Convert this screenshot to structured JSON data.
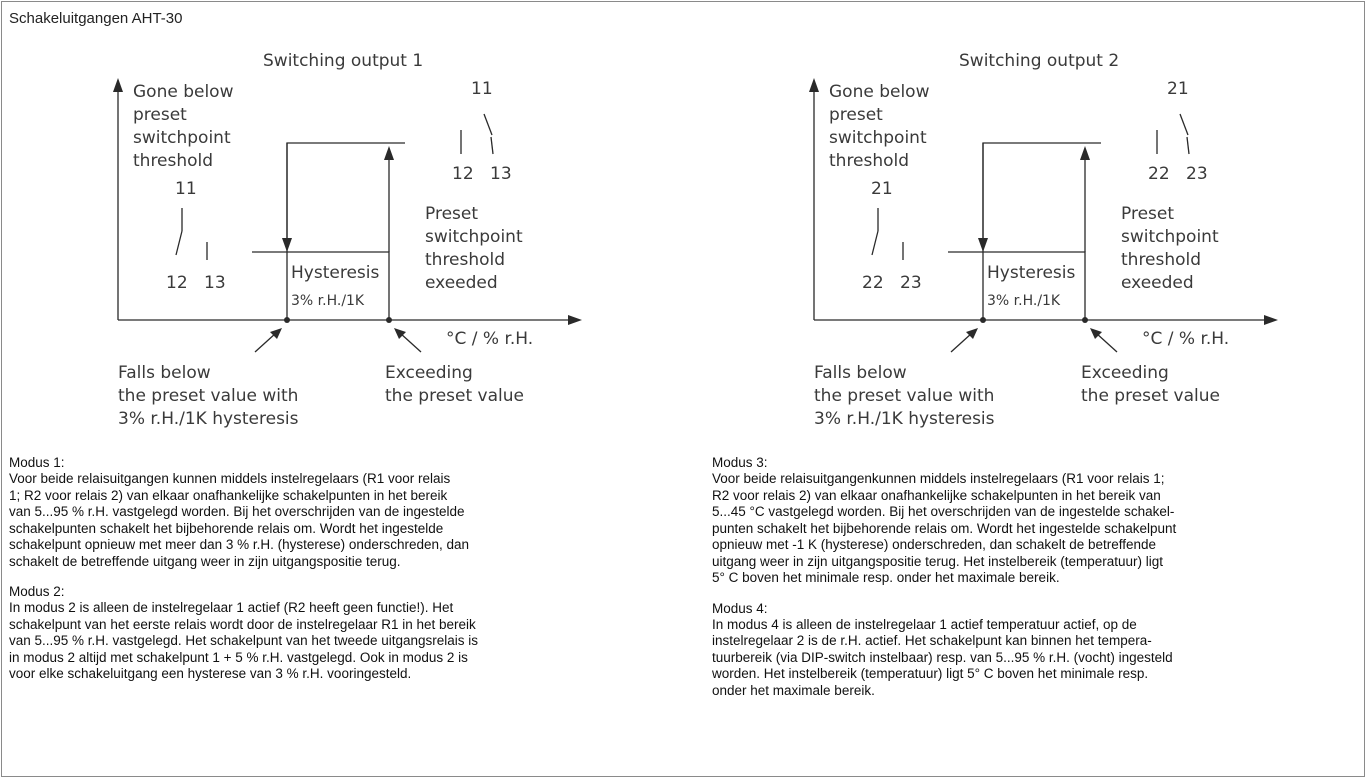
{
  "page": {
    "title": "Schakeluitgangen AHT-30"
  },
  "diagrams": [
    {
      "title": "Switching output 1",
      "label_gone_below": "Gone below\npreset\nswitchpoint\nthreshold",
      "contact_top_common": "11",
      "contact_top_nc": "12",
      "contact_top_no": "13",
      "contact_left_common": "11",
      "contact_left_nc": "12",
      "contact_left_no": "13",
      "label_preset_exceeded": "Preset\nswitchpoint\nthreshold\nexeeded",
      "hysteresis_label": "Hysteresis",
      "hysteresis_value": "3% r.H./1K",
      "axis_label": "°C / % r.H.",
      "label_falls_below": "Falls below\nthe preset value with\n3% r.H./1K hysteresis",
      "label_exceeding": "Exceeding\nthe preset value"
    },
    {
      "title": "Switching output 2",
      "label_gone_below": "Gone below\npreset\nswitchpoint\nthreshold",
      "contact_top_common": "21",
      "contact_top_nc": "22",
      "contact_top_no": "23",
      "contact_left_common": "21",
      "contact_left_nc": "22",
      "contact_left_no": "23",
      "label_preset_exceeded": "Preset\nswitchpoint\nthreshold\nexeeded",
      "hysteresis_label": "Hysteresis",
      "hysteresis_value": "3% r.H./1K",
      "axis_label": "°C / % r.H.",
      "label_falls_below": "Falls below\nthe preset value with\n3% r.H./1K hysteresis",
      "label_exceeding": "Exceeding\nthe preset value"
    }
  ],
  "texts": {
    "left": [
      {
        "heading": "Modus 1:",
        "body": "Voor beide relaisuitgangen kunnen middels instelregelaars (R1 voor relais\n1; R2 voor relais 2) van elkaar onafhankelijke schakelpunten in het bereik\nvan 5...95 % r.H. vastgelegd worden. Bij het overschrijden van de ingestelde\nschakelpunten schakelt het bijbehorende relais om. Wordt het ingestelde\nschakelpunt opnieuw met meer dan 3 % r.H. (hysterese) onderschreden, dan\nschakelt de betreffende uitgang weer in zijn uitgangspositie terug."
      },
      {
        "heading": "Modus 2:",
        "body": "In modus 2 is alleen de instelregelaar 1 actief (R2 heeft geen functie!). Het\nschakelpunt van het eerste relais wordt door de instelregelaar R1 in het bereik\nvan 5...95 % r.H. vastgelegd. Het schakelpunt van het tweede uitgangsrelais is\nin modus 2 altijd met schakelpunt 1 + 5 % r.H. vastgelegd. Ook in modus 2 is\nvoor elke schakeluitgang een hysterese van 3 % r.H. vooringesteld."
      }
    ],
    "right": [
      {
        "heading": "Modus 3:",
        "body": "Voor beide relaisuitgangenkunnen middels instelregelaars (R1 voor relais 1;\nR2 voor relais 2) van elkaar onafhankelijke schakelpunten in het bereik van\n5...45 °C vastgelegd worden. Bij het overschrijden van de ingestelde schakel-\npunten schakelt het bijbehorende relais om. Wordt het ingestelde schakelpunt\nopnieuw met -1 K (hysterese) onderschreden, dan schakelt de betreffende\nuitgang weer in zijn uitgangspositie terug. Het instelbereik (temperatuur) ligt\n5° C boven het minimale resp. onder het maximale bereik."
      },
      {
        "heading": "Modus 4:",
        "body": "In modus 4 is alleen de instelregelaar 1 actief temperatuur actief, op de\ninstelregelaar 2 is de r.H. actief. Het schakelpunt kan binnen het tempera-\ntuurbereik (via DIP-switch instelbaar) resp. van 5...95 % r.H. (vocht) ingesteld\nworden. Het instelbereik (temperatuur) ligt 5° C boven het minimale resp.\nonder het maximale bereik."
      }
    ]
  }
}
